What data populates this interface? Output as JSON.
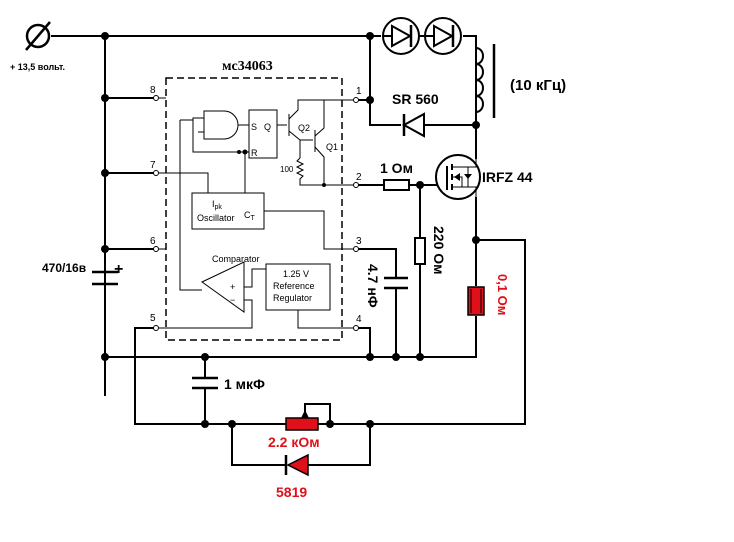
{
  "supply_label": "+ 13,5 вольт.",
  "ic": {
    "name": "мс34063",
    "pins": [
      "1",
      "2",
      "3",
      "4",
      "5",
      "6",
      "7",
      "8"
    ],
    "blocks": {
      "s": "S",
      "q": "Q",
      "r": "R",
      "q2": "Q2",
      "q1": "Q1",
      "r100": "100",
      "osc_ipk": "I",
      "osc_ipk_sub": "pk",
      "osc_name": "Oscillator",
      "osc_ct": "C",
      "osc_ct_sub": "T",
      "comparator": "Comparator",
      "plus": "+",
      "minus": "−",
      "ref_line1": "1.25 V",
      "ref_line2": "Reference",
      "ref_line3": "Regulator"
    }
  },
  "components": {
    "schottky": "SR 560",
    "freq": "(10 кГц)",
    "r_gate": "1 Ом",
    "mosfet": "IRFZ 44",
    "r_pulldown": "220 Ом",
    "c_timing": "4.7 нФ",
    "c_bulk": "470/16в",
    "c_bulk_plus": "+",
    "r_sense": "0,1 Ом",
    "c_filter": "1 мкФ",
    "pot": "2.2 кОм",
    "diode": "5819"
  },
  "colors": {
    "accent": "#e0101a",
    "wire": "#000000"
  }
}
